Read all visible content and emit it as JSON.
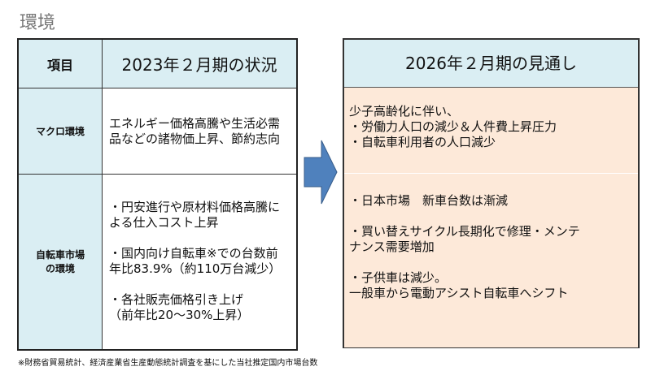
{
  "title": "環境",
  "left_table": {
    "headers": [
      "項目",
      "2023年２月期の状況"
    ],
    "rows": [
      {
        "label": [
          "マクロ環境"
        ],
        "lines": [
          "エネルギー価格高騰や生活必需",
          "品などの諸物価上昇、節約志向"
        ]
      },
      {
        "label": [
          "自転車市場",
          "の環境"
        ],
        "lines": [
          "・円安進行や原材料価格高騰に",
          "よる仕入コスト上昇",
          "",
          "・国内向け自転車※での台数前",
          "年比83.9%（約110万台減少）",
          "",
          "・各社販売価格引き上げ",
          "（前年比20～30%上昇）"
        ]
      }
    ]
  },
  "right_box": {
    "header": "2026年２月期の見通し",
    "section1": [
      "少子高齢化に伴い、",
      "・労働力人口の減少＆人件費上昇圧力",
      "・自転車利用者の人口減少"
    ],
    "section2": [
      "・日本市場　新車台数は漸減",
      "",
      "・買い替えサイクル長期化で修理・メンテ",
      "ナンス需要増加",
      "",
      "・子供車は減少。",
      "一般車から電動アシスト自転車へシフト"
    ]
  },
  "footnote": "※財務省貿易統計、経済産業省生産動態統計調査を基にした当社推定国内市場台数",
  "colors": {
    "header_bg": "#daeef3",
    "outlook_bg": "#fde9d9",
    "arrow": "#4f81bd"
  }
}
